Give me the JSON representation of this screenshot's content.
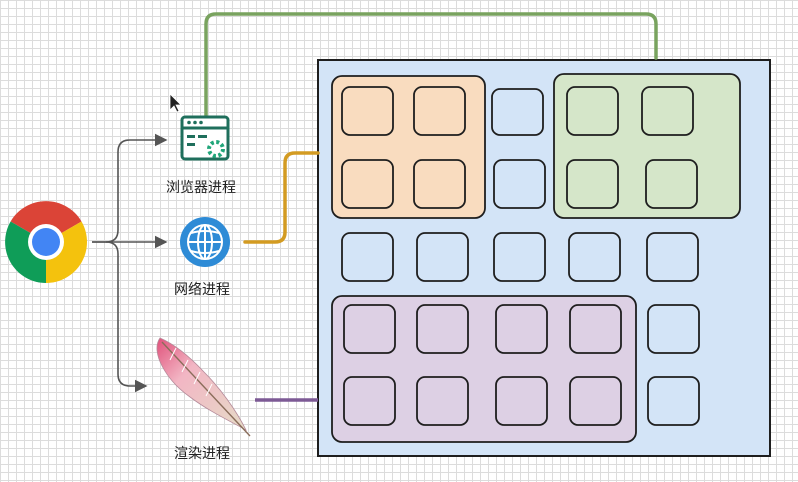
{
  "processes": {
    "browser": {
      "label": "浏览器进程",
      "icon": "browser-window-gear-icon"
    },
    "network": {
      "label": "网络进程",
      "icon": "globe-icon"
    },
    "renderer": {
      "label": "渲染进程",
      "icon": "feather-icon"
    }
  },
  "app_icon": "chrome-logo-icon",
  "colors": {
    "memory_bg": "#d3e4f7",
    "memory_border": "#1e1e1e",
    "browser_region": "#f9dcbf",
    "gpu_region": "#d5e6c9",
    "renderer_region": "#ddd0e4",
    "browser_link": "#79a35f",
    "network_link": "#d39b22",
    "renderer_link": "#7d5a95",
    "arrows": "#555555"
  }
}
